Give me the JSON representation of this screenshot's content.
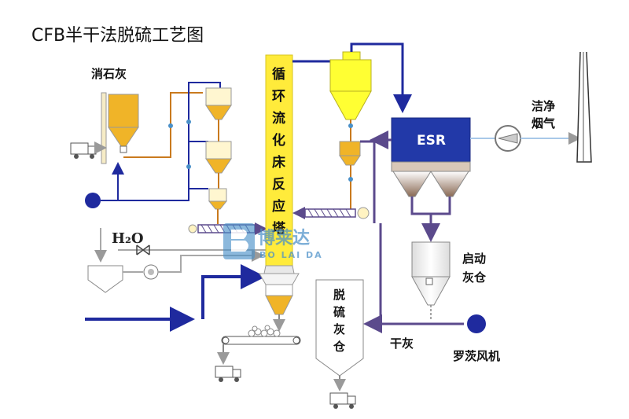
{
  "title": "CFB半干法脱硫工艺图",
  "labels": {
    "lime": "消石灰",
    "h2o": "H₂O",
    "tower": [
      "循",
      "环",
      "流",
      "化",
      "床",
      "反",
      "应",
      "塔"
    ],
    "esr": "ESR",
    "clean_gas": [
      "洁净",
      "烟气"
    ],
    "startup_ash": [
      "启动",
      "灰仓"
    ],
    "desulf_ash": [
      "脱",
      "硫",
      "灰",
      "仓"
    ],
    "dry_ash": "干灰",
    "roots_blower": "罗茨风机"
  },
  "watermark": {
    "name": "博莱达",
    "pinyin": "BO LAI DA"
  },
  "colors": {
    "line_blue": "#1f2a9e",
    "line_orange": "#c97a1e",
    "line_purple": "#5b4a8c",
    "line_gray": "#a8a8a8",
    "tower_yellow": "#ffeb3b",
    "cyclone_yellow": "#ffff33",
    "hopper_yellow": "#f0b428",
    "esr_blue": "#2239a8",
    "watermark": "#4a90c8"
  }
}
